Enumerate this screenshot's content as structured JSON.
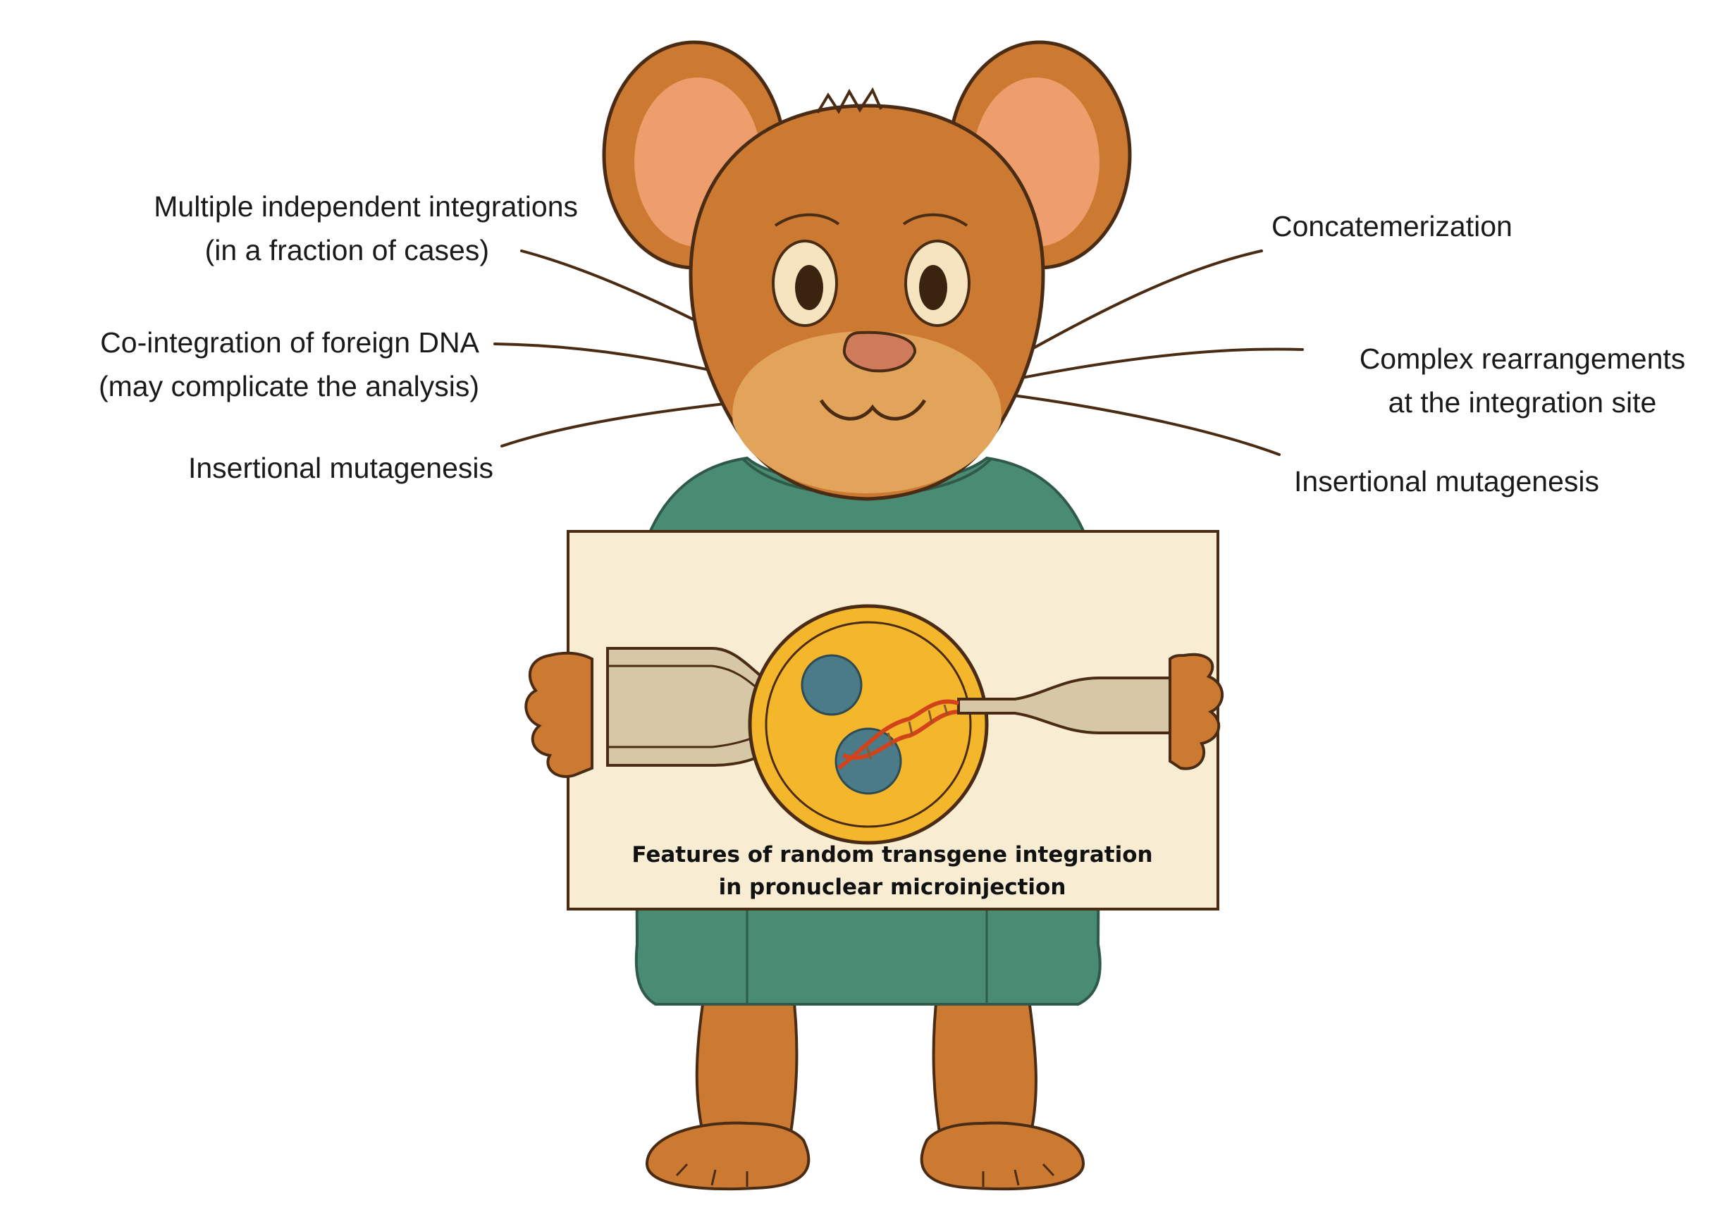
{
  "labels": {
    "left": {
      "multiple_integrations": {
        "line1": "Multiple independent integrations",
        "line2": "(in a fraction of cases)"
      },
      "co_integration": {
        "line1": "Co-integration of foreign DNA",
        "line2": "(may complicate the analysis)"
      },
      "insertional_mutagenesis": "Insertional mutagenesis"
    },
    "right": {
      "concatemerization": "Concatemerization",
      "complex_rearrangements": {
        "line1": "Complex rearrangements",
        "line2": "at the integration site"
      },
      "insertional_mutagenesis": "Insertional mutagenesis"
    }
  },
  "card": {
    "title_line1": "Features of random transgene integration",
    "title_line2": "in pronuclear microinjection"
  },
  "colors": {
    "fur": "#cc7a32",
    "fur_light": "#e2a45a",
    "ear_inner": "#ee9e6c",
    "outline": "#4a2c14",
    "scrubs": "#4a8c73",
    "scrubs_dark": "#3b7560",
    "card": "#f8ecd2",
    "egg": "#f4b62a",
    "pronucleus": "#4b7b88",
    "dna": "#d2431c",
    "pipette": "#d6c7a7"
  }
}
